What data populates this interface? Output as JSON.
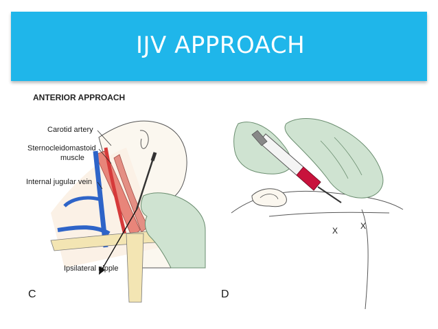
{
  "slide": {
    "title": "IJV APPROACH",
    "accent_color": "#1fb6ea"
  },
  "figure": {
    "heading": "ANTERIOR APPROACH",
    "panel_c": {
      "letter": "C",
      "labels": {
        "carotid": "Carotid artery",
        "scm_line1": "Sternocleidomastoid",
        "scm_line2": "muscle",
        "ijv": "Internal jugular vein",
        "nipple": "Ipsilateral nipple"
      }
    },
    "panel_d": {
      "letter": "D",
      "marks": [
        "X",
        "X"
      ]
    }
  }
}
